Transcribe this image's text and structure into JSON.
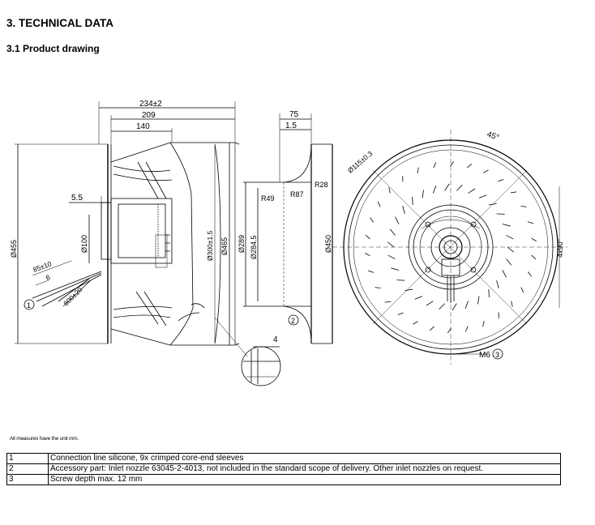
{
  "section_title": "3. TECHNICAL DATA",
  "subsection_title": "3.1 Product drawing",
  "drawing": {
    "dimensions": {
      "d234": "234±2",
      "d209": "209",
      "d140": "140",
      "d75": "75",
      "d1_5": "1.5",
      "d5_5": "5.5",
      "d455": "Ø455",
      "d100": "Ø100",
      "d300": "Ø300±1.5",
      "d465": "Ø465",
      "d289": "Ø289",
      "d284": "Ø284.5",
      "d450": "Ø450",
      "r49": "R49",
      "r87": "R87",
      "r28": "R28",
      "cable1": "85±10",
      "cable2": "6",
      "cable3": "800±20",
      "d4": "4",
      "angle45": "45°",
      "d115": "Ø115±0.3",
      "holes": "4x90°",
      "m6": "M6"
    },
    "callouts": {
      "c1": "1",
      "c2": "2",
      "c3": "3"
    }
  },
  "unit_note": "All measures have the unit mm.",
  "notes": [
    {
      "num": "1",
      "text": "Connection line silicone, 9x crimped core-end sleeves"
    },
    {
      "num": "2",
      "text": "Accessory part: Inlet nozzle 63045-2-4013, not included in the standard scope of delivery. Other inlet nozzles on request."
    },
    {
      "num": "3",
      "text": "Screw depth max. 12 mm"
    }
  ]
}
